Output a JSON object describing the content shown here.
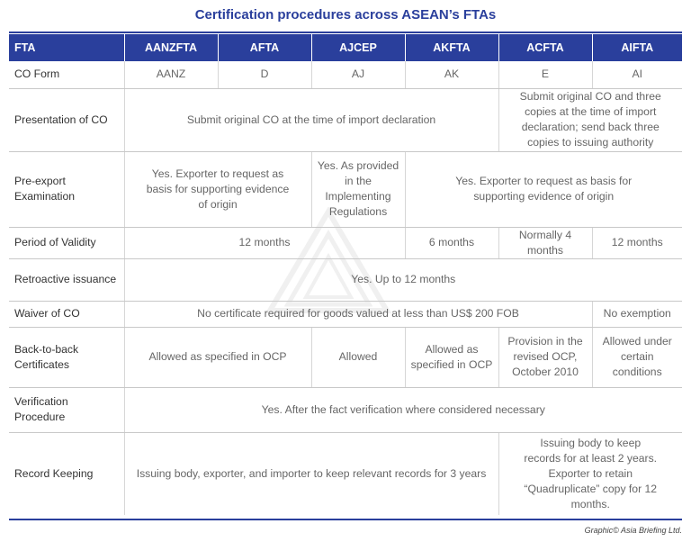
{
  "title": "Certification procedures across ASEAN’s FTAs",
  "headers": [
    "FTA",
    "AANZFTA",
    "AFTA",
    "AJCEP",
    "AKFTA",
    "ACFTA",
    "AIFTA"
  ],
  "rows": {
    "co_form": {
      "label": "CO Form",
      "cells": [
        "AANZ",
        "D",
        "AJ",
        "AK",
        "E",
        "AI"
      ]
    },
    "presentation": {
      "label": "Presentation of CO",
      "c1": "Submit original CO at the time of import declaration",
      "c2": "Submit original CO and three copies at the time of import declaration; send back three copies to issuing authority"
    },
    "preexport": {
      "label": "Pre-export Examination",
      "c1": "Yes. Exporter to request as basis for supporting evidence of origin",
      "c2": "Yes. As provided in the Implementing Regulations",
      "c3": "Yes. Exporter to request as basis for supporting evidence of origin"
    },
    "validity": {
      "label": "Period of Validity",
      "c1": "12 months",
      "c2": "6 months",
      "c3": "Normally 4 months",
      "c4": "12 months"
    },
    "retroactive": {
      "label": "Retroactive issuance",
      "c1": "Yes. Up to 12 months"
    },
    "waiver": {
      "label": "Waiver of CO",
      "c1": "No certificate required for goods valued at less than US$ 200 FOB",
      "c2": "No exemption"
    },
    "backtoback": {
      "label": "Back-to-back Certificates",
      "c1": "Allowed as specified in OCP",
      "c2": "Allowed",
      "c3": "Allowed as specified in OCP",
      "c4": "Provision in the revised OCP, October 2010",
      "c5": "Allowed under certain conditions"
    },
    "verification": {
      "label": "Verification Procedure",
      "c1": "Yes. After the fact verification where considered necessary"
    },
    "record": {
      "label": "Record Keeping",
      "c1": "Issuing body, exporter, and importer to keep relevant records for 3 years",
      "c2": "Issuing body to keep records for at least 2 years. Exporter to retain “Quadruplicate” copy for 12 months."
    }
  },
  "credit": "Graphic© Asia Briefing Ltd.",
  "colors": {
    "header_bg": "#2a3f9c",
    "title": "#2a3f9c"
  }
}
